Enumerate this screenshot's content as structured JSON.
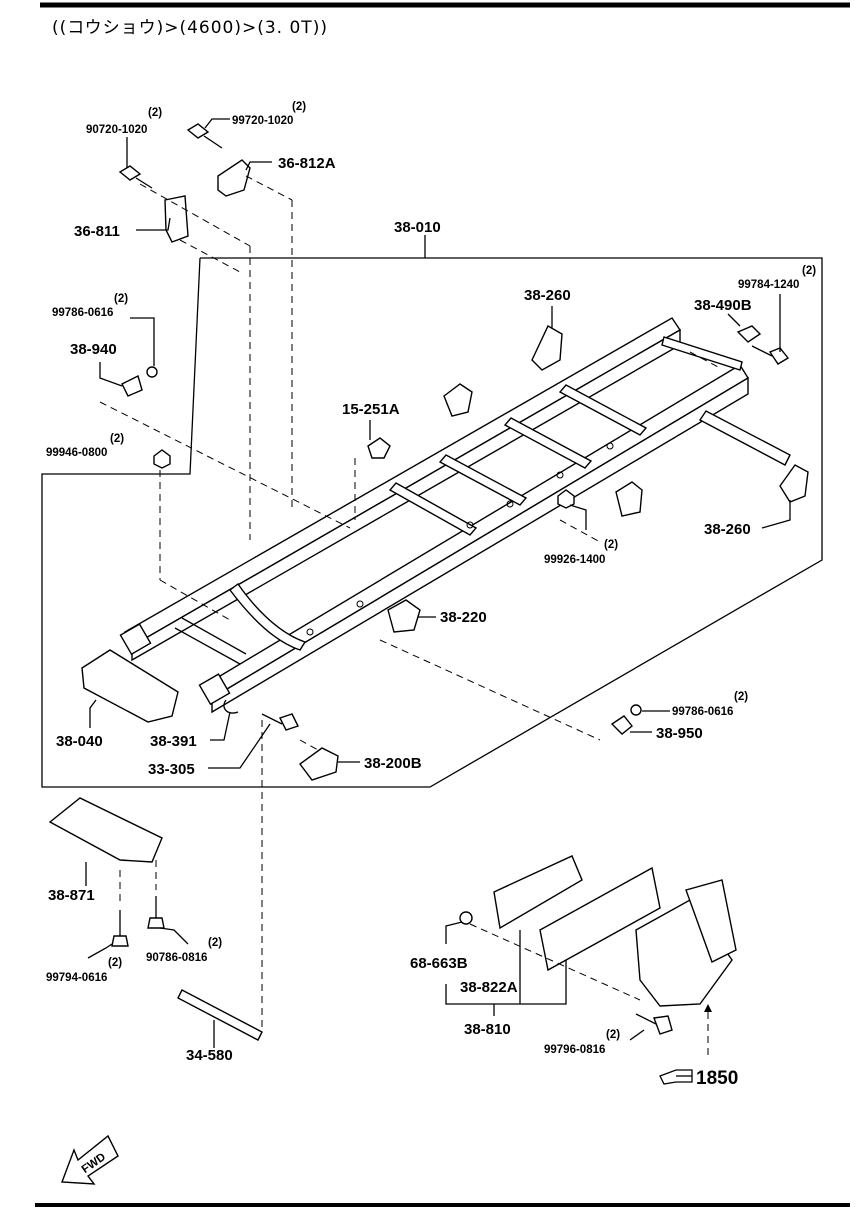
{
  "header": {
    "breadcrumb": "((コウショウ)>(4600)>(3. 0T))"
  },
  "labels": {
    "p90720_1020": "90720-1020",
    "p90720_1020_qty": "(2)",
    "p99720_1020": "99720-1020",
    "p99720_1020_qty": "(2)",
    "p36_812A": "36-812A",
    "p36_811": "36-811",
    "p38_010": "38-010",
    "p99786_0616_a": "99786-0616",
    "p99786_0616_a_qty": "(2)",
    "p38_940": "38-940",
    "p99946_0800": "99946-0800",
    "p99946_0800_qty": "(2)",
    "p15_251A": "15-251A",
    "p38_260_a": "38-260",
    "p38_490B": "38-490B",
    "p99784_1240": "99784-1240",
    "p99784_1240_qty": "(2)",
    "p38_260_b": "38-260",
    "p99926_1400": "99926-1400",
    "p99926_1400_qty": "(2)",
    "p38_220": "38-220",
    "p99786_0616_b": "99786-0616",
    "p99786_0616_b_qty": "(2)",
    "p38_950": "38-950",
    "p38_040": "38-040",
    "p38_391": "38-391",
    "p33_305": "33-305",
    "p38_200B": "38-200B",
    "p38_871": "38-871",
    "p99794_0616": "99794-0616",
    "p99794_0616_qty": "(2)",
    "p90786_0816": "90786-0816",
    "p90786_0816_qty": "(2)",
    "p34_580": "34-580",
    "p68_663B": "68-663B",
    "p38_822A": "38-822A",
    "p38_810": "38-810",
    "p99796_0816": "99796-0816",
    "p99796_0816_qty": "(2)",
    "ref_1850": "1850",
    "fwd": "FWD"
  }
}
